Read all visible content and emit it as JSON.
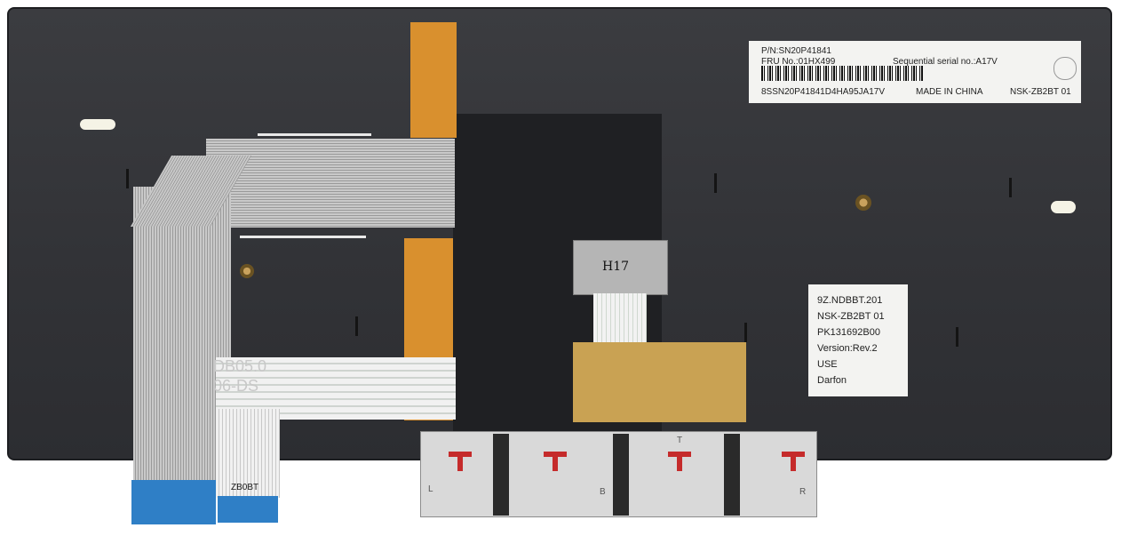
{
  "photo": {
    "subject": "keyboard back panel"
  },
  "label_top": {
    "pn": "P/N:SN20P41841",
    "fru": "FRU No.:01HX499",
    "sequential": "Sequential serial no.:A17V",
    "serial": "8SSN20P41841D4HA95JA17V",
    "made_in": "MADE IN CHINA",
    "model": "NSK-ZB2BT  01"
  },
  "label_bottom": {
    "line1": "9Z.NDBBT.201",
    "line2": "NSK-ZB2BT  01",
    "line3": "PK131692B00",
    "line4": "Version:Rev.2",
    "line5": "USE",
    "line6": "Darfon"
  },
  "connector_text": "H17",
  "ribbon_text": "ZB0BT",
  "print_text": {
    "code_left": "DB05.0",
    "code_left2": "06-DS"
  },
  "button_letters": {
    "left": "L",
    "mid": "B",
    "top": "T",
    "right": "R"
  },
  "colors": {
    "board": "#36373b",
    "ribbon": "#bdbdbd",
    "flex_orange": "#d9902e",
    "label": "#f3f3f1",
    "tip_blue": "#2f7fc6",
    "marker_red": "#c52b2b"
  }
}
